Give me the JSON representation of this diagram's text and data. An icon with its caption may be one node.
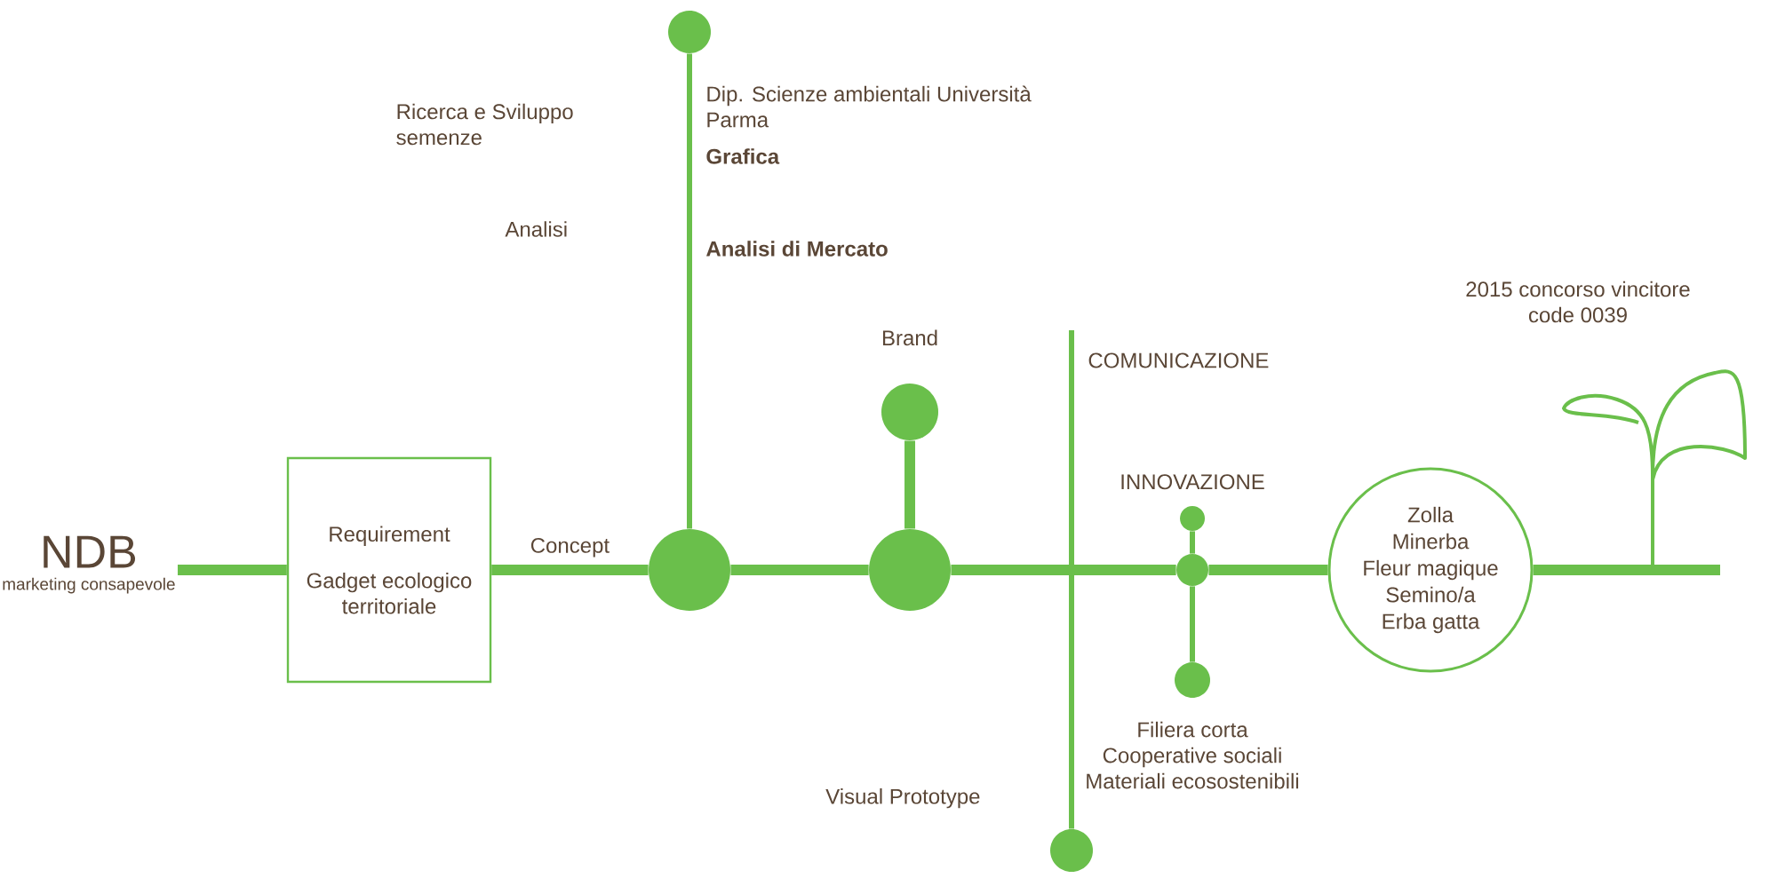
{
  "diagram": {
    "nodes": [
      {
        "text": [
          "NDB",
          "marketing consapevole"
        ]
      },
      {
        "text": [
          "Requirement",
          "Gadget ecologico territoriale"
        ]
      },
      {
        "text": [],
        "shape": "circle"
      },
      {
        "text": [],
        "shape": "circle"
      },
      {
        "text": [],
        "shape": "circle"
      },
      {
        "text": [],
        "shape": "circle",
        "beside": [
          "Brand"
        ]
      },
      {
        "text": [],
        "shape": "circle",
        "beside": [
          "INNOVAZIONE"
        ]
      },
      {
        "text": [],
        "shape": "circle"
      },
      {
        "text": [],
        "shape": "circle",
        "beside": [
          "Filiera corta",
          "Cooperative sociali",
          "Materiali ecosostenibili"
        ]
      },
      {
        "text": [],
        "shape": "circle",
        "beside": [
          "Visual Prototype"
        ]
      },
      {
        "text": [
          "Zolla",
          "Minerba",
          "Fleur magique",
          "Semino/a",
          "Erba gatta"
        ]
      }
    ],
    "edges": [
      {
        "from": 0,
        "to": 1,
        "arrow": "none"
      },
      {
        "from": 1,
        "to": 2,
        "arrow": "none",
        "label": "Concept"
      },
      {
        "from": 2,
        "to": 4,
        "arrow": "none"
      },
      {
        "from": 4,
        "to": 7,
        "arrow": "none"
      },
      {
        "from": 7,
        "to": 10,
        "arrow": "none"
      },
      {
        "from": 10,
        "to": null,
        "arrow": "none"
      },
      {
        "from": 3,
        "to": 2,
        "arrow": "none"
      },
      {
        "from": 5,
        "to": 4,
        "arrow": "none"
      },
      {
        "from": 6,
        "to": 7,
        "arrow": "none"
      },
      {
        "from": 7,
        "to": 8,
        "arrow": "none"
      },
      {
        "from": null,
        "to": 9,
        "arrow": "none"
      }
    ],
    "labels": [
      "Ricerca e Sviluppo semenze",
      "Dip. Scienze ambientali Università Parma",
      "Grafica",
      "Analisi",
      "Analisi di Mercato",
      "COMUNICAZIONE",
      "2015 concorso vincitore code 0039"
    ]
  }
}
